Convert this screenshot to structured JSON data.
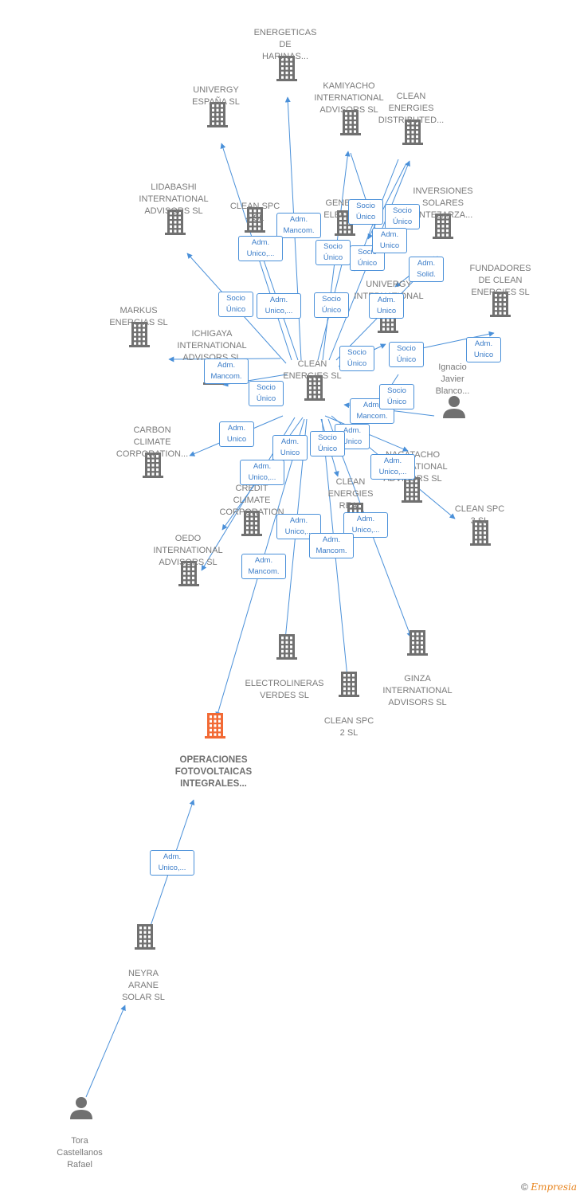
{
  "nodes": [
    {
      "id": "center",
      "kind": "company",
      "label": "CLEAN\nENERGIES SL"
    },
    {
      "id": "focus",
      "kind": "company-focus",
      "label": "OPERACIONES\nFOTOVOLTAICAS\nINTEGRALES..."
    },
    {
      "id": "energeticas",
      "kind": "company",
      "label": "ENERGETICAS\nDE\nHARINAS..."
    },
    {
      "id": "univergy_es",
      "kind": "company",
      "label": "UNIVERGY\nESPAÑA  SL"
    },
    {
      "id": "kamiyacho",
      "kind": "company",
      "label": "KAMIYACHO\nINTERNATIONAL\nADVISORS  SL"
    },
    {
      "id": "ced",
      "kind": "company",
      "label": "CLEAN\nENERGIES\nDISTRIBUTED..."
    },
    {
      "id": "lidabashi",
      "kind": "company",
      "label": "LIDABASHI\nINTERNATIONAL\nADVISORS  SL"
    },
    {
      "id": "cleanspc4",
      "kind": "company",
      "label": "CLEAN SPC\n4  SL"
    },
    {
      "id": "generac",
      "kind": "company",
      "label": "GENER\nELECTR"
    },
    {
      "id": "inversiones",
      "kind": "company",
      "label": "INVERSIONES\nSOLARES\nENTEZARZA..."
    },
    {
      "id": "fundadores",
      "kind": "company",
      "label": "FUNDADORES\nDE CLEAN\nENERGIES SL"
    },
    {
      "id": "univergy_int",
      "kind": "company",
      "label": "UNIVERGY\nINTERNATIONAL"
    },
    {
      "id": "markus",
      "kind": "company",
      "label": "MARKUS\nENERGIAS SL"
    },
    {
      "id": "ichigaya",
      "kind": "company",
      "label": "ICHIGAYA\nINTERNATIONAL\nADVISORS  SL"
    },
    {
      "id": "ignacio",
      "kind": "person",
      "label": "Ignacio\nJavier\nBlanco..."
    },
    {
      "id": "carbon",
      "kind": "company",
      "label": "CARBON\nCLIMATE\nCORPORATION..."
    },
    {
      "id": "nagatacho",
      "kind": "company",
      "label": "NAGATACHO\nINTERNATIONAL\nADVISORS  SL"
    },
    {
      "id": "cleanspc3",
      "kind": "company",
      "label": "CLEAN SPC\n3  SL"
    },
    {
      "id": "credit",
      "kind": "company",
      "label": "CREDIT\nCLIMATE\nCORPORATION"
    },
    {
      "id": "cer",
      "kind": "company",
      "label": "CLEAN\nENERGIES\nREAL"
    },
    {
      "id": "oedo",
      "kind": "company",
      "label": "OEDO\nINTERNATIONAL\nADVISORS  SL"
    },
    {
      "id": "electrolineras",
      "kind": "company",
      "label": "ELECTROLINERAS\nVERDES  SL"
    },
    {
      "id": "ginza",
      "kind": "company",
      "label": "GINZA\nINTERNATIONAL\nADVISORS  SL"
    },
    {
      "id": "cleanspc2",
      "kind": "company",
      "label": "CLEAN SPC\n2  SL"
    },
    {
      "id": "neyra",
      "kind": "company",
      "label": "NEYRA\nARANE\nSOLAR  SL"
    },
    {
      "id": "tora",
      "kind": "person",
      "label": "Tora\nCastellanos\nRafael"
    }
  ],
  "relations": [
    {
      "label": "Adm.\nMancom."
    },
    {
      "label": "Adm.\nUnico,..."
    },
    {
      "label": "Socio\nÚnico"
    },
    {
      "label": "Adm.\nUnico,..."
    },
    {
      "label": "Socio\nÚnico"
    },
    {
      "label": "Socio\nÚnico"
    },
    {
      "label": "Socio\nÚnico"
    },
    {
      "label": "Socio\nÚnico"
    },
    {
      "label": "Adm.\nUnico"
    },
    {
      "label": "Adm.\nSolid."
    },
    {
      "label": "Adm.\nUnico"
    },
    {
      "label": "Socio\nÚnico"
    },
    {
      "label": "Adm.\nUnico"
    },
    {
      "label": "Adm.\nMancom."
    },
    {
      "label": "Socio\nÚnico"
    },
    {
      "label": "Socio\nÚnico"
    },
    {
      "label": "Socio\nÚnico"
    },
    {
      "label": "Adm.\nMancom."
    },
    {
      "label": "Adm.\nUnico"
    },
    {
      "label": "Adm.\nUnico"
    },
    {
      "label": "Socio\nÚnico"
    },
    {
      "label": "Adm.\nUnico"
    },
    {
      "label": "Adm.\nUnico,..."
    },
    {
      "label": "Adm.\nUnico,..."
    },
    {
      "label": "Adm.\nUnico,..."
    },
    {
      "label": "Adm.\nUnico,..."
    },
    {
      "label": "Socio\nÚnico"
    },
    {
      "label": "Adm.\nMancom."
    },
    {
      "label": "Adm.\nMancom."
    },
    {
      "label": "Adm.\nUnico,..."
    }
  ],
  "footer": {
    "copyright": "©",
    "brand": "Empresia"
  },
  "colors": {
    "line": "#4a90d9",
    "building": "#707070",
    "focus": "#f26a35",
    "person": "#707070"
  }
}
